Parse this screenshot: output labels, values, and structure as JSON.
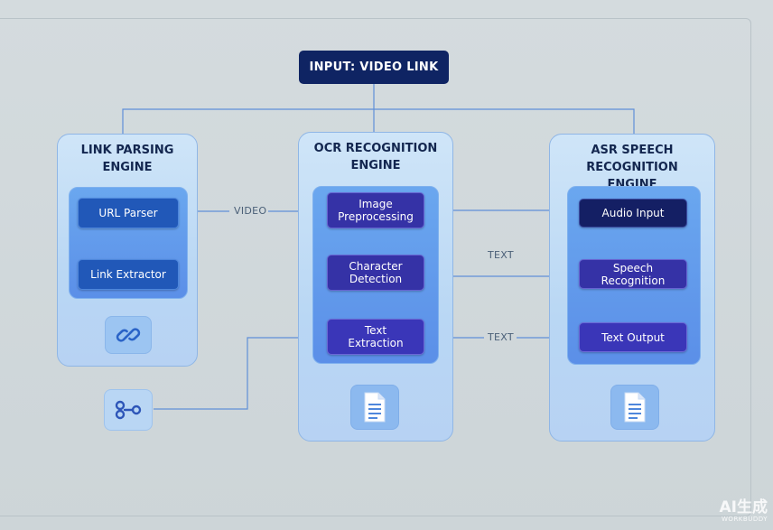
{
  "title": "INPUT: VIDEO LINK",
  "engines": {
    "link": {
      "title_line1": "LINK PARSING",
      "title_line2": "ENGINE",
      "nodes": [
        "URL Parser",
        "Link Extractor"
      ]
    },
    "ocr": {
      "title_line1": "OCR RECOGNITION",
      "title_line2": "ENGINE",
      "nodes": [
        {
          "line1": "Image",
          "line2": "Preprocessing"
        },
        {
          "line1": "Character",
          "line2": "Detection"
        },
        {
          "line1": "Text",
          "line2": "Extraction"
        }
      ]
    },
    "asr": {
      "title_line1": "ASR SPEECH RECOGNITION",
      "title_line2": "ENGINE",
      "nodes": [
        "Audio Input",
        "Speech Recognition",
        "Text Output"
      ]
    }
  },
  "edge_labels": {
    "video": "VIDEO",
    "text_mid": "TEXT",
    "text_low": "TEXT"
  },
  "icons": {
    "link_engine": "link-icon",
    "external": "chain-link-icon",
    "ocr_output": "document-icon",
    "asr_output": "document-icon"
  },
  "colors": {
    "title_bg": "#0f2463",
    "engine_bg": "#c3ddf6",
    "inner_bg": "#6aa7ef",
    "wire": "#5f8fd8"
  },
  "watermark": {
    "line1": "AI生成",
    "line2": "WORKBUDDY"
  }
}
